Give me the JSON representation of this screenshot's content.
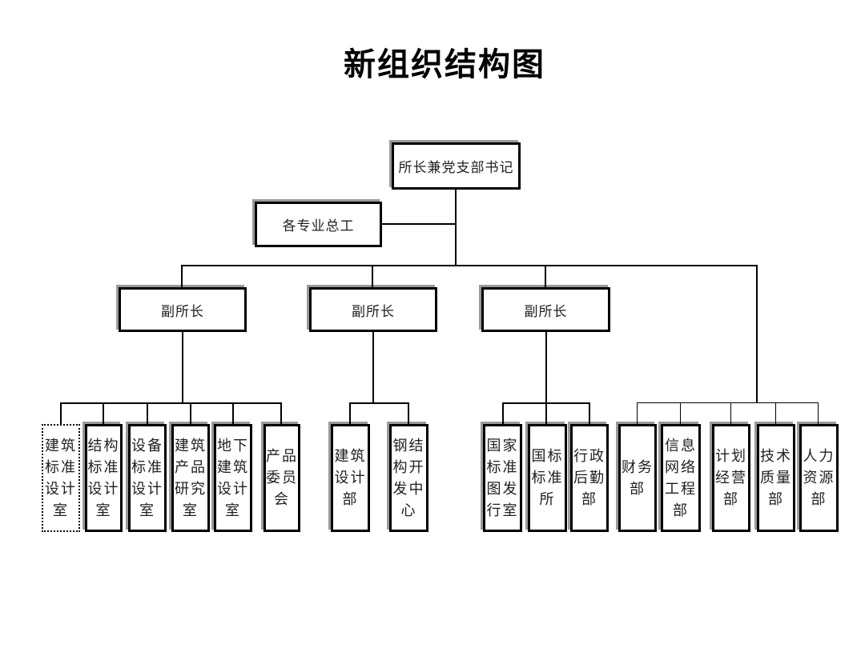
{
  "title": "新组织结构图",
  "org": {
    "root": {
      "label": "所长兼党支部书记"
    },
    "staff": {
      "label": "各专业总工"
    },
    "deputies": [
      {
        "label": "副所长"
      },
      {
        "label": "副所长"
      },
      {
        "label": "副所长"
      }
    ],
    "departments": [
      {
        "label": "建筑\n标准\n设计\n室"
      },
      {
        "label": "结构\n标准\n设计\n室"
      },
      {
        "label": "设备\n标准\n设计\n室"
      },
      {
        "label": "建筑\n产品\n研究\n室"
      },
      {
        "label": "地下\n建筑\n设计\n室"
      },
      {
        "label": "产品\n委员\n会"
      },
      {
        "label": "建筑\n设计\n部"
      },
      {
        "label": "钢结\n构开\n发中\n心"
      },
      {
        "label": "国家\n标准\n图发\n行室"
      },
      {
        "label": "国标\n标准\n所"
      },
      {
        "label": "行政\n后勤\n部"
      },
      {
        "label": "财务\n部"
      },
      {
        "label": "信息\n网络\n工程\n部"
      },
      {
        "label": "计划\n经营\n部"
      },
      {
        "label": "技术\n质量\n部"
      },
      {
        "label": "人力\n资源\n部"
      }
    ]
  },
  "colors": {
    "line": "#000000",
    "box_border": "#000000",
    "box_shadow": "#9a9a9a",
    "background": "#ffffff"
  }
}
